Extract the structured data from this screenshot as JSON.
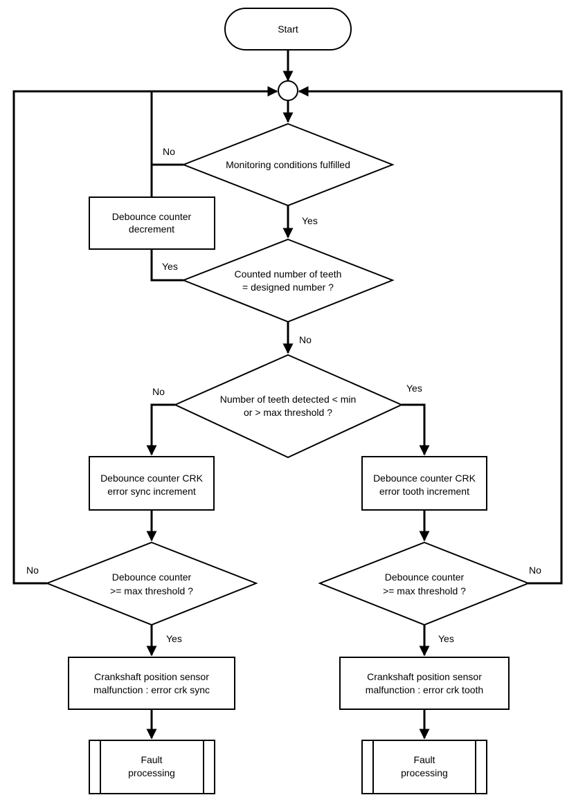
{
  "nodes": {
    "start": "Start",
    "monitoring": "Monitoring conditions fulfilled",
    "debounce_decrement": [
      "Debounce counter",
      "decrement"
    ],
    "counted_teeth": [
      "Counted number of  teeth",
      "= designed number ?"
    ],
    "teeth_threshold": [
      "Number of teeth detected < min",
      "or > max threshold ?"
    ],
    "sync_increment": [
      "Debounce counter CRK",
      "error sync increment"
    ],
    "tooth_increment": [
      "Debounce counter CRK",
      "error tooth increment"
    ],
    "sync_check": [
      "Debounce counter",
      ">= max threshold ?"
    ],
    "tooth_check": [
      "Debounce counter",
      ">= max threshold ?"
    ],
    "sync_malfunction": [
      "Crankshaft position sensor",
      "malfunction : error crk sync"
    ],
    "tooth_malfunction": [
      "Crankshaft position sensor",
      "malfunction : error crk tooth"
    ],
    "fault_left": [
      "Fault",
      "processing"
    ],
    "fault_right": [
      "Fault",
      "processing"
    ]
  },
  "edge_labels": {
    "monitoring_no": "No",
    "monitoring_yes": "Yes",
    "counted_yes": "Yes",
    "counted_no": "No",
    "threshold_no": "No",
    "threshold_yes": "Yes",
    "sync_check_no": "No",
    "sync_check_yes": "Yes",
    "tooth_check_no": "No",
    "tooth_check_yes": "Yes"
  }
}
